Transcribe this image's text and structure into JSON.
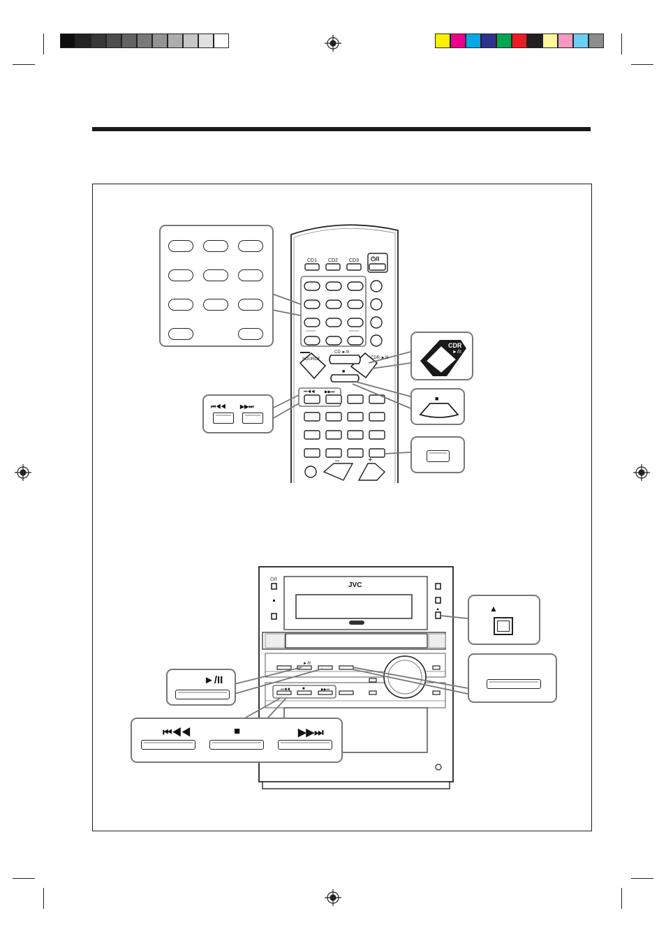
{
  "colors": {
    "grayscale": [
      "#0d0d0d",
      "#232323",
      "#383838",
      "#4d4d4d",
      "#636363",
      "#7a7a7a",
      "#939393",
      "#adadad",
      "#c7c7c7",
      "#e0e0e0",
      "#ffffff"
    ],
    "process": [
      "#ffef00",
      "#ec008c",
      "#00a8e8",
      "#2e3192",
      "#00a651",
      "#ed1c24",
      "#231f20",
      "#fff799",
      "#f49ac1",
      "#6dcff6",
      "#8c8c8c"
    ],
    "rule": "#1a1a1a",
    "callout_border": "#777777"
  },
  "remote": {
    "cd_keys": [
      "CD1",
      "CD2",
      "CD3"
    ],
    "power": "⏻/I",
    "source": "SOURCE",
    "cd_play": "CD ►/II",
    "cdr_play": "CDR ►/II",
    "stop": "■",
    "skip_back": "⏮◀◀",
    "skip_fwd": "▶▶⏭",
    "vol_minus": "–",
    "vol_plus": "+"
  },
  "callouts": {
    "skip_back": "⏮◀◀",
    "skip_fwd": "▶▶⏭",
    "cdr": "CDR",
    "cdr_play": "►/II",
    "stop": "■"
  },
  "unit": {
    "brand": "JVC",
    "power": "⏻/I",
    "eject": "▲",
    "play_pause": "►/II",
    "skip_back": "⏮◀◀",
    "stop": "■",
    "skip_fwd": "▶▶⏭"
  },
  "unit_callouts": {
    "eject": "▲",
    "play_pause": "►/II",
    "skip_back": "⏮◀◀",
    "stop": "■",
    "skip_fwd": "▶▶⏭"
  }
}
